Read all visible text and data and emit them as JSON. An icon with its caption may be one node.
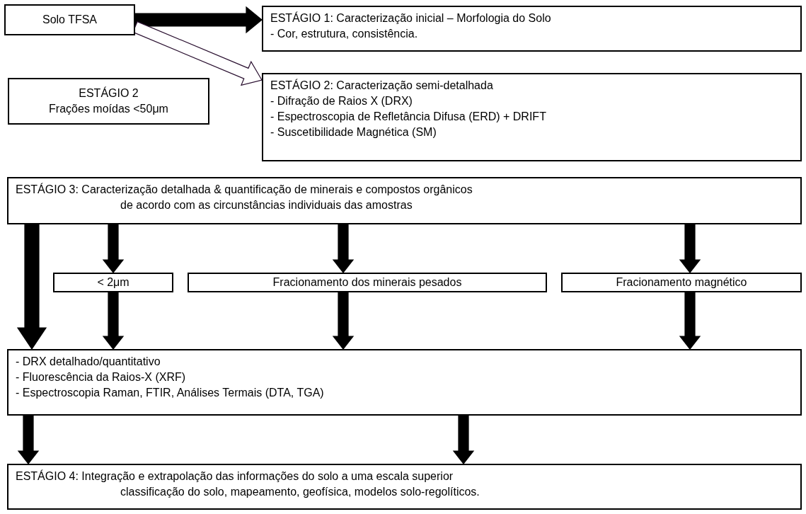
{
  "diagram": {
    "nodes": [
      {
        "text": [
          "Solo TFSA"
        ]
      },
      {
        "text": [
          "ESTÁGIO 1: Caracterização inicial – Morfologia do Solo",
          "- Cor, estrutura, consistência."
        ]
      },
      {
        "text": [
          "ESTÁGIO 2",
          "Frações moídas <50μm"
        ]
      },
      {
        "text": [
          "ESTÁGIO 2: Caracterização semi-detalhada",
          "- Difração de Raios X (DRX)",
          "- Espectroscopia de Refletância Difusa (ERD) + DRIFT",
          "- Suscetibilidade Magnética (SM)"
        ]
      },
      {
        "text": [
          "ESTÁGIO 3: Caracterização detalhada & quantificação de minerais e compostos orgânicos",
          "de acordo com as circunstâncias individuais das amostras"
        ]
      },
      {
        "text": [
          "< 2μm"
        ]
      },
      {
        "text": [
          "Fracionamento dos minerais pesados"
        ]
      },
      {
        "text": [
          "Fracionamento magnético"
        ]
      },
      {
        "text": [
          "- DRX detalhado/quantitativo",
          "- Fluorescência da Raios-X (XRF)",
          "- Espectroscopia Raman, FTIR, Análises Termais (DTA, TGA)"
        ]
      },
      {
        "text": [
          "ESTÁGIO 4: Integração e extrapolação das informações do solo a uma escala superior",
          "classificação do solo, mapeamento, geofísica, modelos solo-regolíticos."
        ]
      }
    ],
    "edges": [
      {
        "from": 0,
        "to": 1,
        "arrow": "to",
        "style": "thick"
      },
      {
        "from": 0,
        "to": 3,
        "arrow": "to",
        "style": "thick",
        "color": "#ffffff"
      },
      {
        "from": 4,
        "to": 5,
        "arrow": "to",
        "style": "thick"
      },
      {
        "from": 4,
        "to": 6,
        "arrow": "to",
        "style": "thick"
      },
      {
        "from": 4,
        "to": 7,
        "arrow": "to",
        "style": "thick"
      },
      {
        "from": 4,
        "to": 8,
        "arrow": "to",
        "style": "thick"
      },
      {
        "from": 5,
        "to": 8,
        "arrow": "to",
        "style": "thick"
      },
      {
        "from": 6,
        "to": 8,
        "arrow": "to",
        "style": "thick"
      },
      {
        "from": 7,
        "to": 8,
        "arrow": "to",
        "style": "thick"
      },
      {
        "from": 8,
        "to": 9,
        "arrow": "to",
        "style": "thick"
      },
      {
        "from": 8,
        "to": 9,
        "arrow": "to",
        "style": "thick"
      }
    ]
  }
}
